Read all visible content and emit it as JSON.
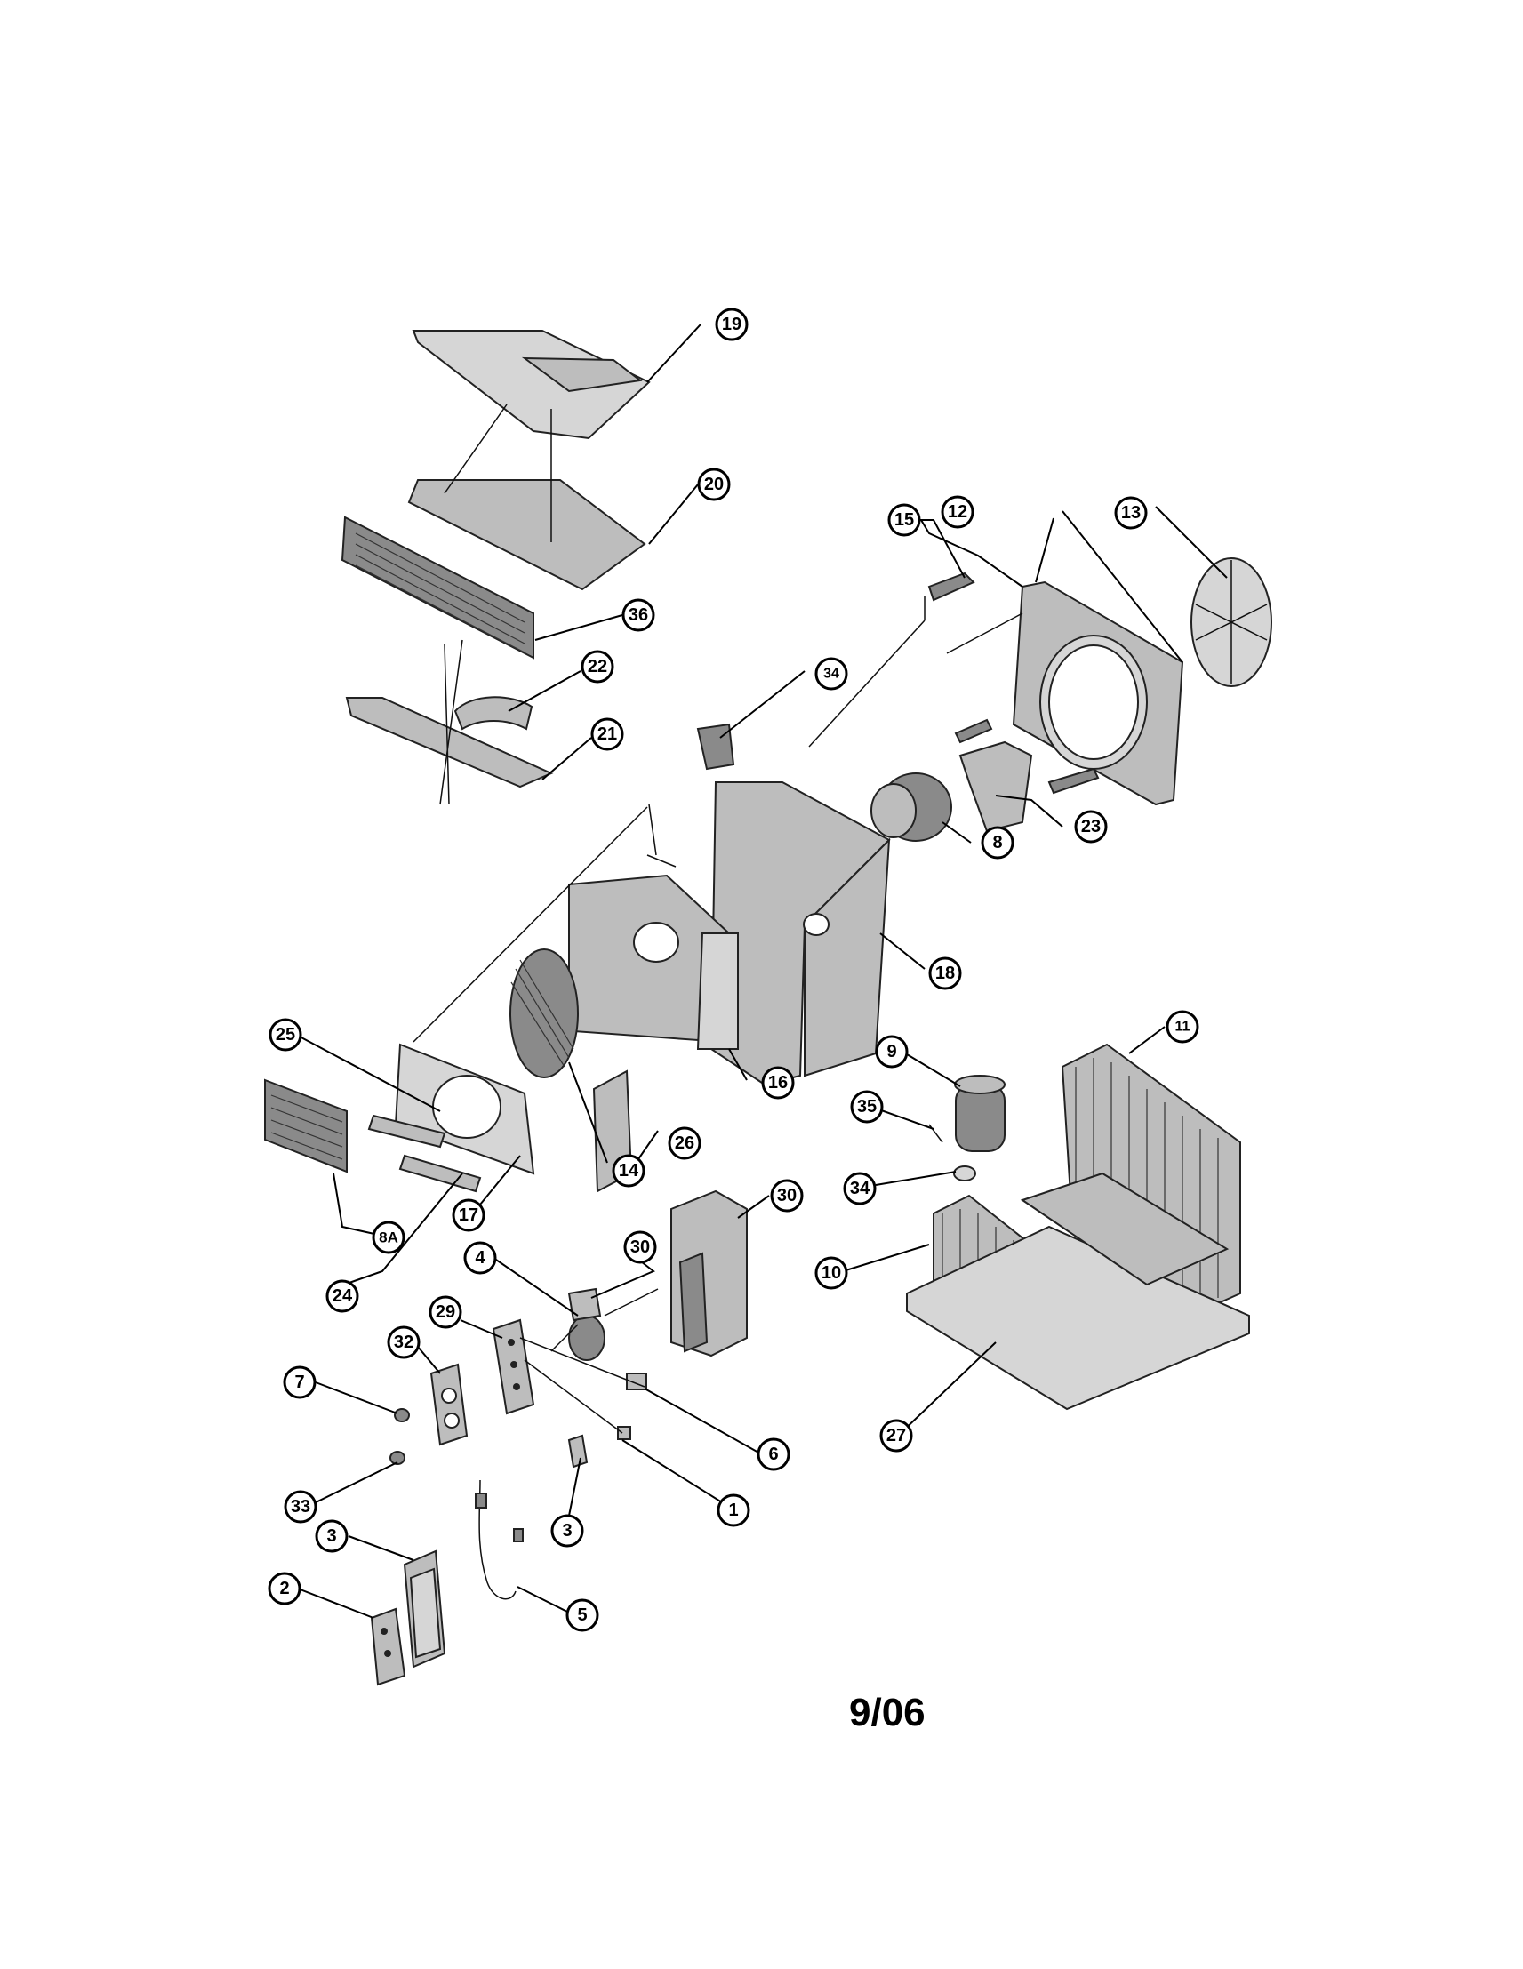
{
  "diagram": {
    "date": "9/06",
    "callouts": {
      "c19": "19",
      "c20": "20",
      "c36": "36",
      "c22": "22",
      "c21": "21",
      "c15": "15",
      "c12": "12",
      "c13": "13",
      "c34a": "34",
      "c8": "8",
      "c23": "23",
      "c18": "18",
      "c16": "16",
      "c25": "25",
      "c14": "14",
      "c26": "26",
      "c17": "17",
      "c8A": "8A",
      "c24": "24",
      "c9": "9",
      "c11": "11",
      "c35": "35",
      "c34b": "34",
      "c10": "10",
      "c27": "27",
      "c30a": "30",
      "c30b": "30",
      "c4": "4",
      "c29": "29",
      "c32": "32",
      "c7": "7",
      "c6": "6",
      "c1": "1",
      "c33": "33",
      "c3a": "3",
      "c3b": "3",
      "c2": "2",
      "c5": "5"
    }
  }
}
